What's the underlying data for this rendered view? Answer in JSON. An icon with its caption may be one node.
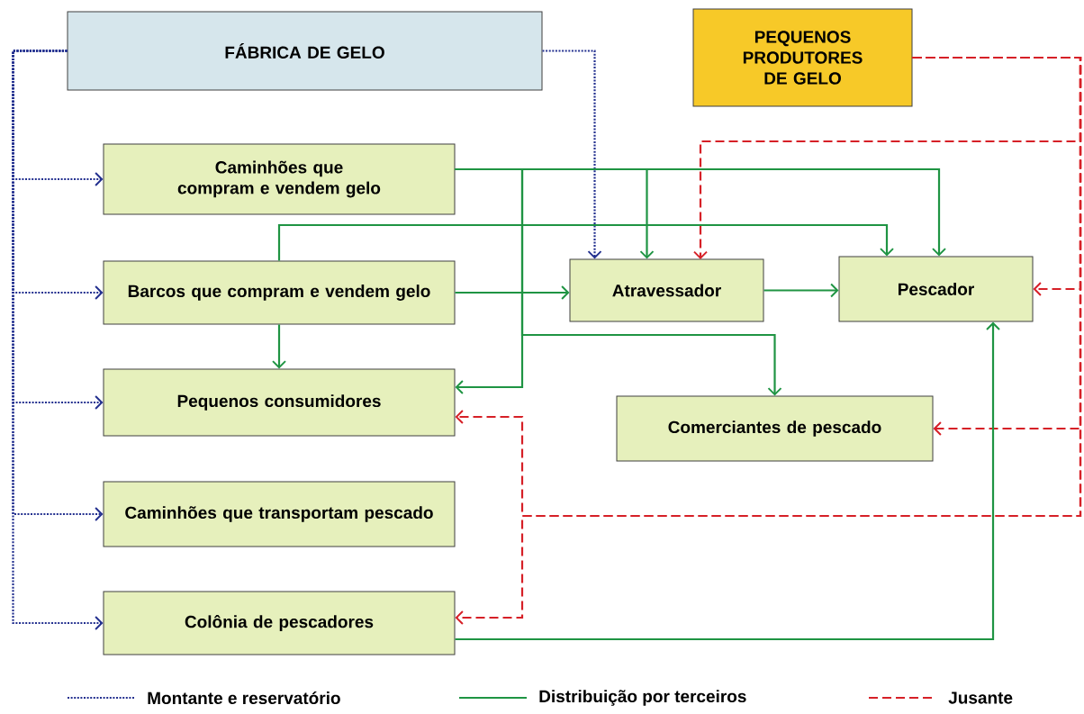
{
  "diagram": {
    "nodes": [
      {
        "text": [
          "FÁBRICA DE GELO"
        ]
      },
      {
        "text": [
          "PEQUENOS PRODUTORES DE GELO"
        ]
      },
      {
        "text": [
          "Caminhões que compram e vendem gelo"
        ]
      },
      {
        "text": [
          "Barcos que compram e vendem gelo"
        ]
      },
      {
        "text": [
          "Atravessador"
        ]
      },
      {
        "text": [
          "Pescador"
        ]
      },
      {
        "text": [
          "Pequenos consumidores"
        ]
      },
      {
        "text": [
          "Comerciantes de pescado"
        ]
      },
      {
        "text": [
          "Caminhões que transportam pescado"
        ]
      },
      {
        "text": [
          "Colônia de pescadores"
        ]
      }
    ],
    "edges": [
      {
        "from": 0,
        "to": 2,
        "arrow": "to",
        "style": "dashed",
        "color": "#23308f"
      },
      {
        "from": 0,
        "to": 3,
        "arrow": "to",
        "style": "dashed",
        "color": "#23308f"
      },
      {
        "from": 0,
        "to": 6,
        "arrow": "to",
        "style": "dashed",
        "color": "#23308f"
      },
      {
        "from": 0,
        "to": 8,
        "arrow": "to",
        "style": "dashed",
        "color": "#23308f"
      },
      {
        "from": 0,
        "to": 9,
        "arrow": "to",
        "style": "dashed",
        "color": "#23308f"
      },
      {
        "from": 0,
        "to": 4,
        "arrow": "to",
        "style": "dashed",
        "color": "#23308f"
      },
      {
        "from": 1,
        "to": 4,
        "arrow": "to",
        "style": "dashed",
        "color": "#d62027"
      },
      {
        "from": 1,
        "to": 5,
        "arrow": "to",
        "style": "dashed",
        "color": "#d62027"
      },
      {
        "from": 1,
        "to": 7,
        "arrow": "to",
        "style": "dashed",
        "color": "#d62027"
      },
      {
        "from": 1,
        "to": 6,
        "arrow": "to",
        "style": "dashed",
        "color": "#d62027"
      },
      {
        "from": 1,
        "to": 9,
        "arrow": "to",
        "style": "dashed",
        "color": "#d62027"
      },
      {
        "from": 2,
        "to": 5,
        "arrow": "to"
      },
      {
        "from": 2,
        "to": 4,
        "arrow": "to"
      },
      {
        "from": 2,
        "to": 6,
        "arrow": "to"
      },
      {
        "from": 2,
        "to": 7,
        "arrow": "to"
      },
      {
        "from": 3,
        "to": 5,
        "arrow": "to"
      },
      {
        "from": 3,
        "to": 4,
        "arrow": "to"
      },
      {
        "from": 3,
        "to": 6,
        "arrow": "to"
      },
      {
        "from": 4,
        "to": 5,
        "arrow": "to"
      },
      {
        "from": 9,
        "to": 5,
        "arrow": "to"
      }
    ],
    "legend": [
      {
        "text": "Montante e reservatório"
      },
      {
        "text": "Distribuição por terceiros"
      },
      {
        "text": "Jusante"
      }
    ]
  }
}
